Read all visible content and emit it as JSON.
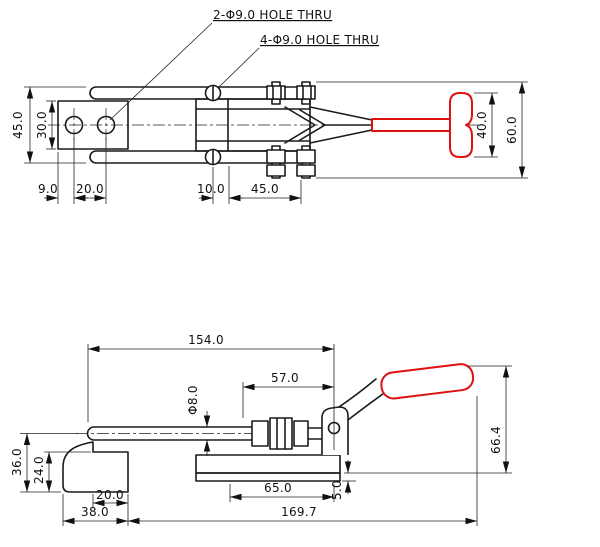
{
  "colors": {
    "background": "#ffffff",
    "line": "#1a1a1a",
    "handle_red": "#dd1111"
  },
  "notes": {
    "latch_plate_holes": "2-Φ9.0 HOLE THRU",
    "base_holes": "4-Φ9.0 HOLE THRU"
  },
  "top_view": {
    "dim_bail_width": "45.0",
    "dim_plate_width": "30.0",
    "dim_edge_to_hole": "9.0",
    "dim_hole_spacing": "20.0",
    "dim_screw_offset": "10.0",
    "dim_bolt_spacing": "45.0",
    "dim_handle_height": "40.0",
    "dim_overall_height": "60.0"
  },
  "side_view": {
    "dim_plate_to_base": "154.0",
    "dim_hook_to_base": "57.0",
    "dim_rod_diameter": "Φ8.0",
    "dim_overall_height": "66.4",
    "dim_axis_height": "36.0",
    "dim_plate_height": "24.0",
    "dim_plate_step": "20.0",
    "dim_base_hole_spacing": "65.0",
    "dim_base_lip": "5.0",
    "dim_plate_length": "38.0",
    "dim_overall_length": "169.7"
  }
}
